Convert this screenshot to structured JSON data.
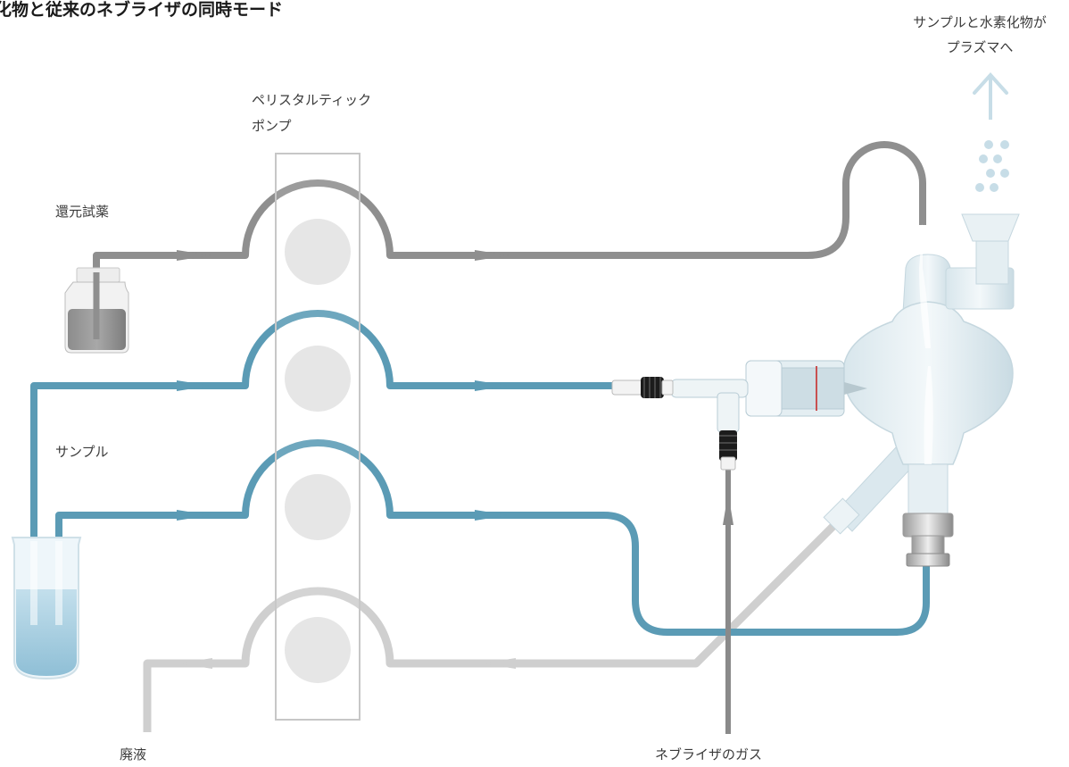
{
  "title": "化物と従来のネブライザの同時モード",
  "labels": {
    "reductant": "還元試薬",
    "pump_line1": "ペリスタルティック",
    "pump_line2": "ポンプ",
    "sample": "サンプル",
    "waste": "廃液",
    "nebulizer_gas": "ネブライザのガス",
    "output_line1": "サンプルと水素化物が",
    "output_line2": "プラズマへ"
  },
  "colors": {
    "reductant_line": "#8f8f8f",
    "sample_line": "#5b9bb5",
    "waste_line": "#cfcfcf",
    "gas_line": "#8a8a8a",
    "roller": "#e3e3e3",
    "sample_liquid": "#a6cde0"
  }
}
